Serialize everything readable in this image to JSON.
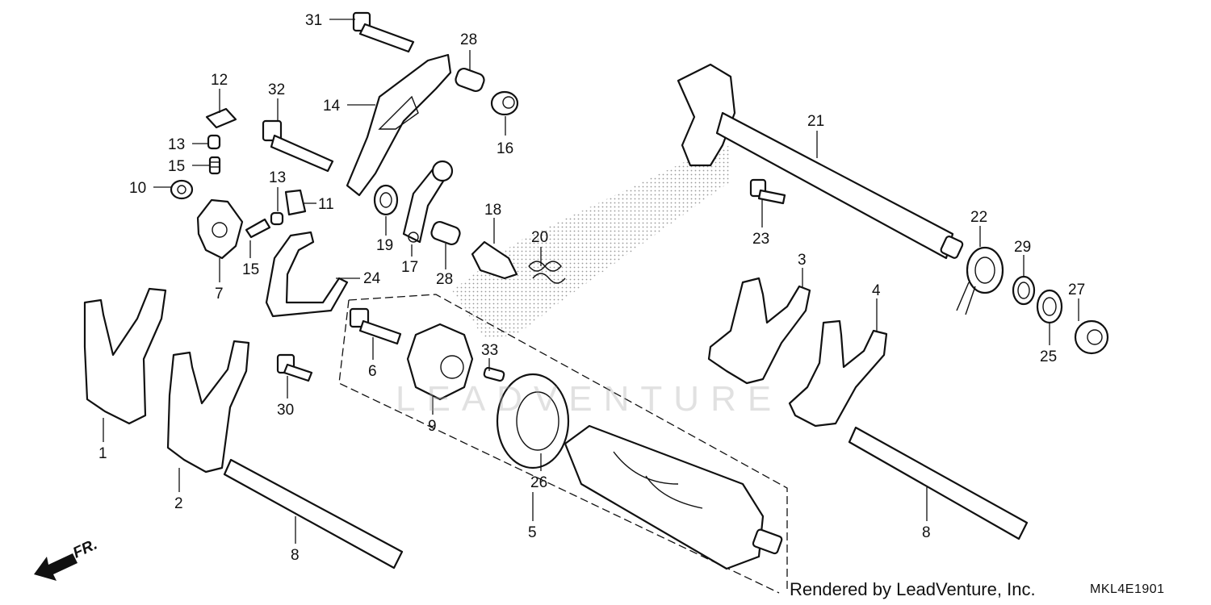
{
  "diagram": {
    "callouts": [
      {
        "id": "c31",
        "label": "31"
      },
      {
        "id": "c28a",
        "label": "28"
      },
      {
        "id": "c32",
        "label": "32"
      },
      {
        "id": "c12",
        "label": "12"
      },
      {
        "id": "c14",
        "label": "14"
      },
      {
        "id": "c16",
        "label": "16"
      },
      {
        "id": "c13a",
        "label": "13"
      },
      {
        "id": "c15a",
        "label": "15"
      },
      {
        "id": "c10",
        "label": "10"
      },
      {
        "id": "c13b",
        "label": "13"
      },
      {
        "id": "c11",
        "label": "11"
      },
      {
        "id": "c19",
        "label": "19"
      },
      {
        "id": "c17",
        "label": "17"
      },
      {
        "id": "c18",
        "label": "18"
      },
      {
        "id": "c28b",
        "label": "28"
      },
      {
        "id": "c20",
        "label": "20"
      },
      {
        "id": "c21",
        "label": "21"
      },
      {
        "id": "c23",
        "label": "23"
      },
      {
        "id": "c22",
        "label": "22"
      },
      {
        "id": "c29",
        "label": "29"
      },
      {
        "id": "c27",
        "label": "27"
      },
      {
        "id": "c25",
        "label": "25"
      },
      {
        "id": "c3",
        "label": "3"
      },
      {
        "id": "c4",
        "label": "4"
      },
      {
        "id": "c7",
        "label": "7"
      },
      {
        "id": "c15b",
        "label": "15"
      },
      {
        "id": "c24",
        "label": "24"
      },
      {
        "id": "c6",
        "label": "6"
      },
      {
        "id": "c33",
        "label": "33"
      },
      {
        "id": "c9",
        "label": "9"
      },
      {
        "id": "c30",
        "label": "30"
      },
      {
        "id": "c26",
        "label": "26"
      },
      {
        "id": "c1",
        "label": "1"
      },
      {
        "id": "c2",
        "label": "2"
      },
      {
        "id": "c5",
        "label": "5"
      },
      {
        "id": "c8a",
        "label": "8"
      },
      {
        "id": "c8b",
        "label": "8"
      }
    ],
    "front_arrow_label": "FR.",
    "watermark": "LEADVENTURE"
  },
  "footer": {
    "rendered_by": "Rendered by LeadVenture, Inc.",
    "code": "MKL4E1901"
  }
}
